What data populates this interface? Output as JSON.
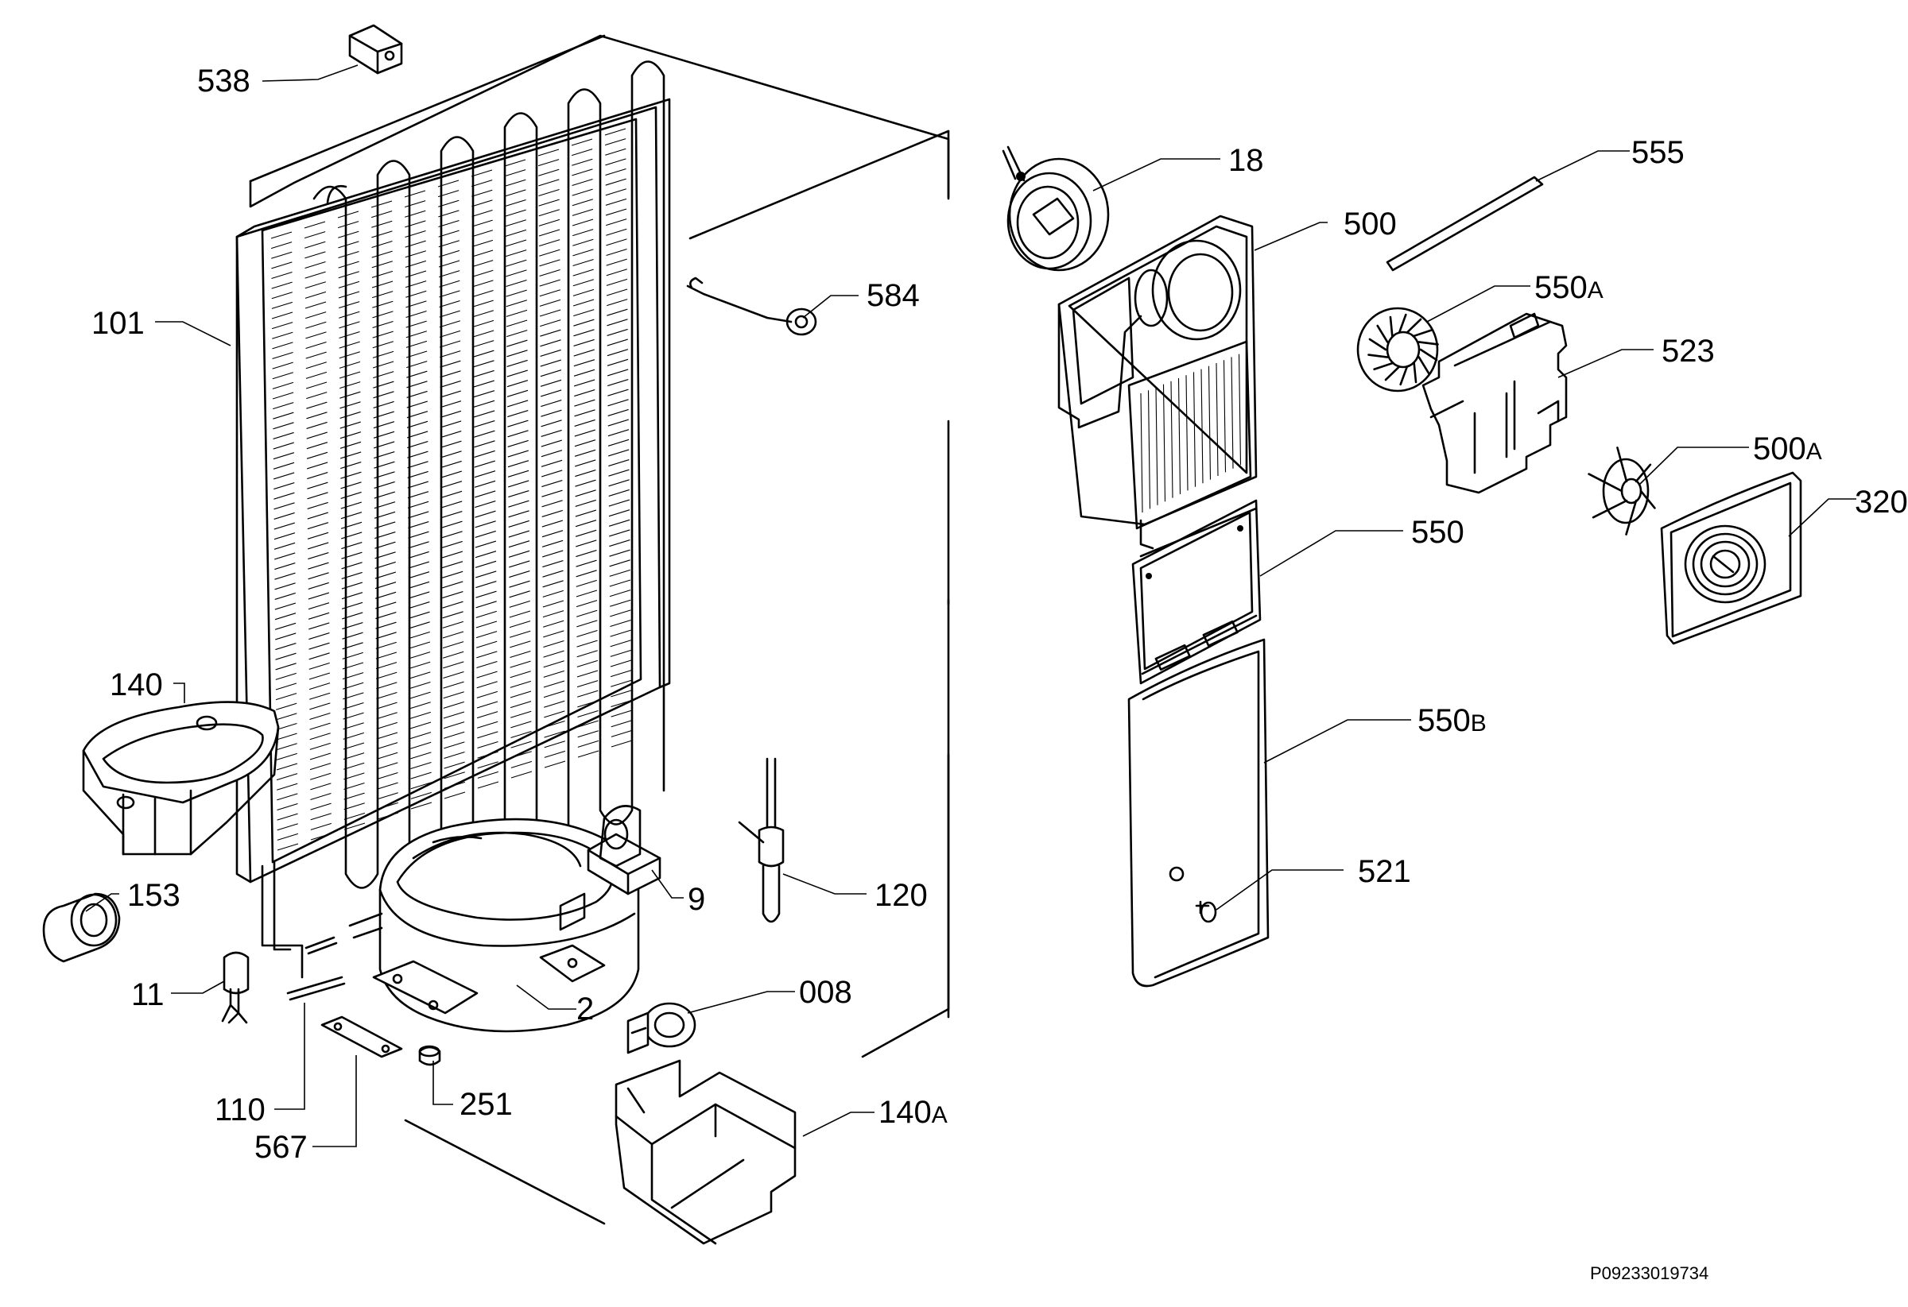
{
  "reference_code": "P09233019734",
  "labels": {
    "p538": "538",
    "p101": "101",
    "p584": "584",
    "p140": "140",
    "p153": "153",
    "p11": "11",
    "p110": "110",
    "p567": "567",
    "p251": "251",
    "p2": "2",
    "p9": "9",
    "p120": "120",
    "p008": "008",
    "p140a_num": "140",
    "p140a_suf": "A",
    "p18": "18",
    "p500": "500",
    "p555": "555",
    "p550a_num": "550",
    "p550a_suf": "A",
    "p523": "523",
    "p500a_num": "500",
    "p500a_suf": "A",
    "p320": "320",
    "p550": "550",
    "p550b_num": "550",
    "p550b_suf": "B",
    "p521": "521"
  }
}
